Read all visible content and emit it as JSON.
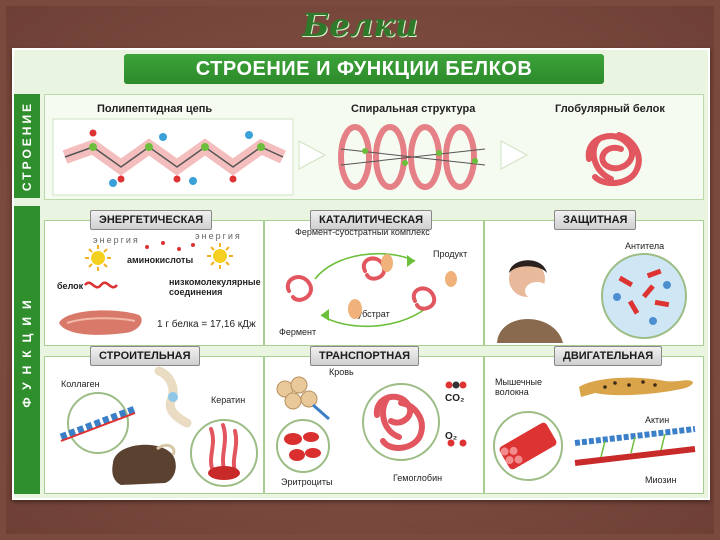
{
  "slide": {
    "title": "Белки"
  },
  "poster": {
    "header": "СТРОЕНИЕ И ФУНКЦИИ БЕЛКОВ",
    "side_structure": "СТРОЕНИЕ",
    "side_functions": "ФУНКЦИИ"
  },
  "structure": {
    "polypeptide": "Полипептидная цепь",
    "spiral": "Спиральная структура",
    "globular": "Глобулярный белок"
  },
  "functions": {
    "energy": {
      "title": "ЭНЕРГЕТИЧЕСКАЯ",
      "energy_word": "энергия",
      "amino": "аминокислоты",
      "protein": "белок",
      "low_mol": "низкомолекулярные соединения",
      "formula": "1 г белка = 17,16 кДж"
    },
    "catalytic": {
      "title": "КАТАЛИТИЧЕСКАЯ",
      "complex": "Фермент-субстратный комплекс",
      "product": "Продукт",
      "substrate": "Субстрат",
      "enzyme": "Фермент"
    },
    "protective": {
      "title": "ЗАЩИТНАЯ",
      "antibodies": "Антитела"
    },
    "building": {
      "title": "СТРОИТЕЛЬНАЯ",
      "collagen": "Коллаген",
      "keratin": "Кератин"
    },
    "transport": {
      "title": "ТРАНСПОРТНАЯ",
      "blood": "Кровь",
      "co2": "CO₂",
      "o2": "O₂",
      "hemoglobin": "Гемоглобин",
      "erythrocytes": "Эритроциты"
    },
    "motor": {
      "title": "ДВИГАТЕЛЬНАЯ",
      "fibers": "Мышечные волокна",
      "actin": "Актин",
      "myosin": "Миозин"
    }
  }
}
